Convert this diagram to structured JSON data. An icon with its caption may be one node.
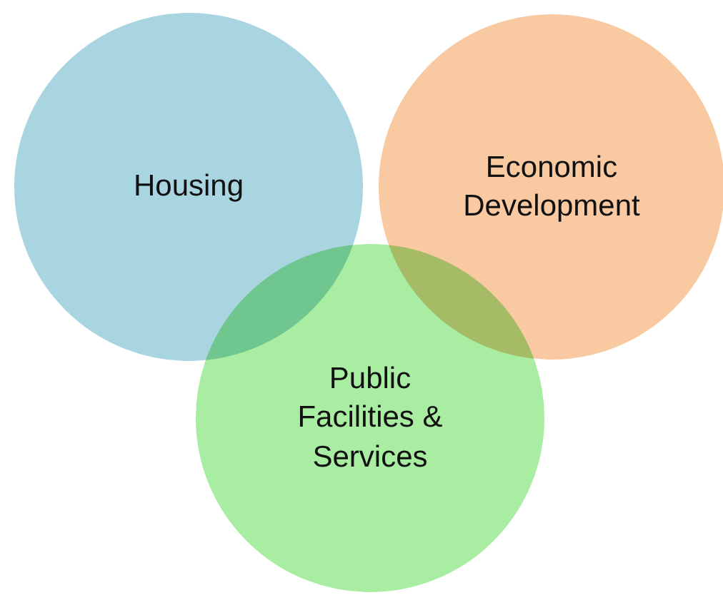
{
  "diagram": {
    "nodes": [
      {
        "text": [
          "Housing"
        ]
      },
      {
        "text": [
          "Economic Development"
        ]
      },
      {
        "text": [
          "Public Facilities & Services"
        ]
      }
    ]
  }
}
